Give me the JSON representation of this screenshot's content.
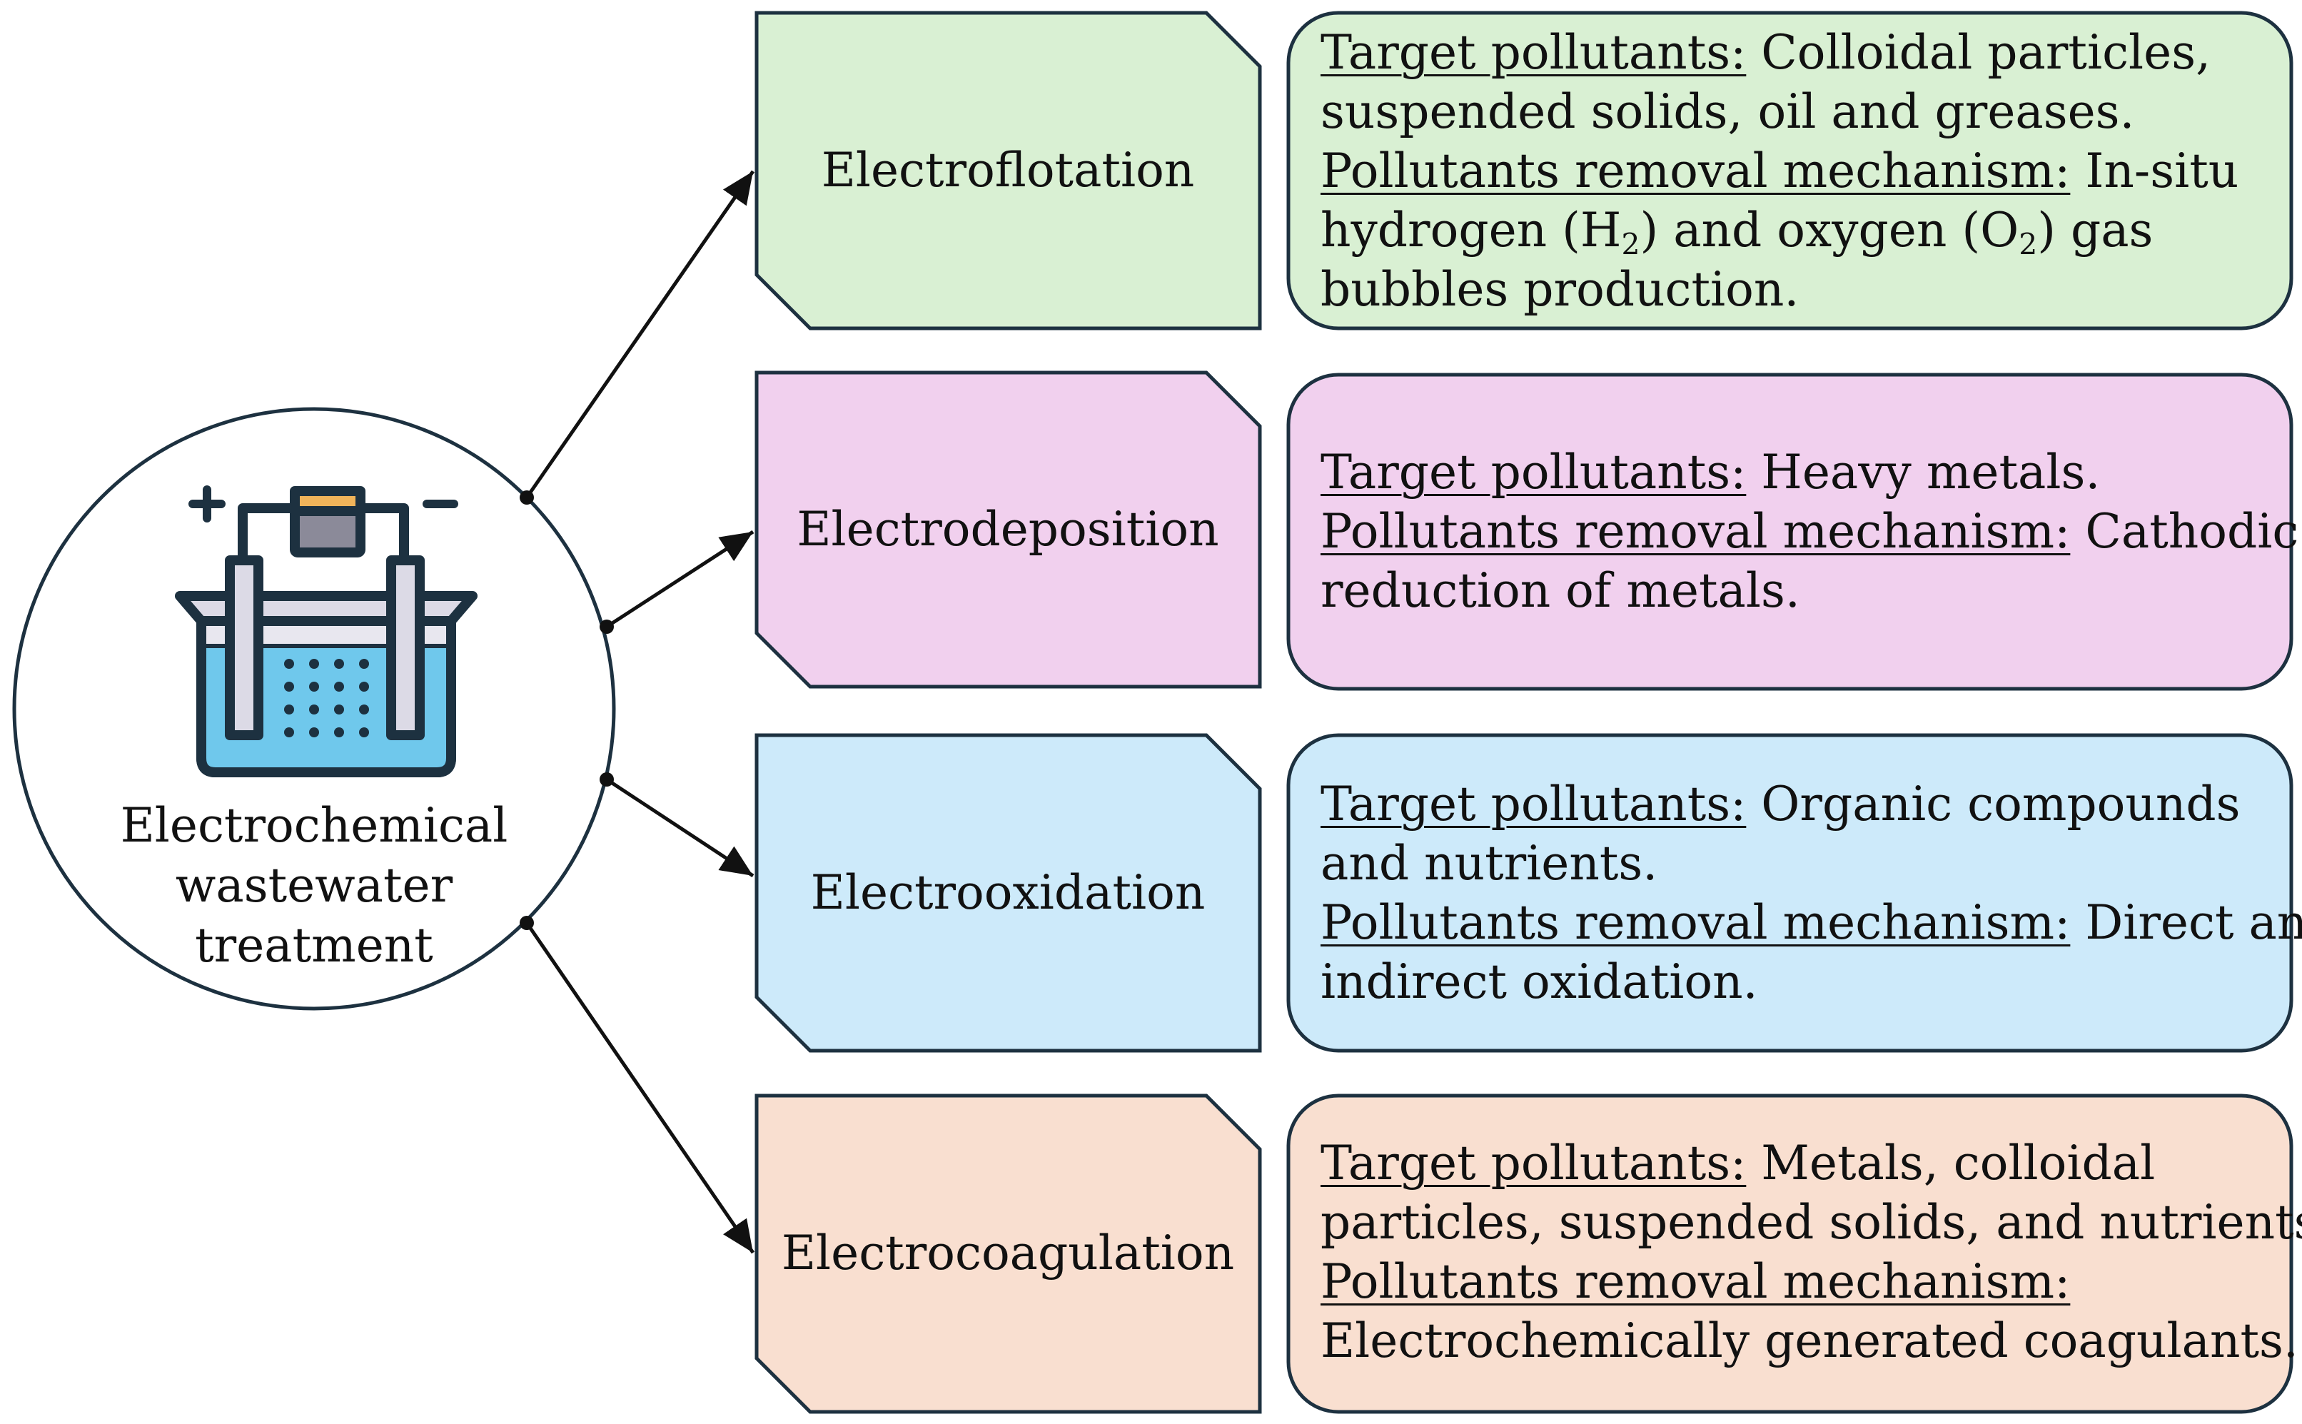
{
  "center": {
    "label_lines": [
      "Electrochemical",
      "wastewater",
      "treatment"
    ],
    "icon": "electrochemical-cell-icon",
    "icon_polarity": {
      "positive": "+",
      "negative": "−"
    }
  },
  "colors": {
    "green": "#d9f0d3",
    "pink": "#f1d0ee",
    "blue": "#cdeafa",
    "peach": "#f9dfd0",
    "outline": "#1d3140",
    "water": "#6fc8ec",
    "electrode": "#dcdae6",
    "battery_cap": "#f1b45a",
    "battery_body": "#8b8a99"
  },
  "methods": [
    {
      "name": "Electroflotation",
      "target_label": "Target pollutants:",
      "target_text_1": " Colloidal particles,",
      "target_text_2": "suspended solids, oil and greases.",
      "mechanism_label": "Pollutants removal mechanism:",
      "mechanism_text_1": " In-situ",
      "mechanism_text_2a": "hydrogen (H",
      "mechanism_sub_1": "2",
      "mechanism_text_2b": ") and oxygen (O",
      "mechanism_sub_2": "2",
      "mechanism_text_2c": ") gas",
      "mechanism_text_3": "bubbles production."
    },
    {
      "name": "Electrodeposition",
      "target_label": "Target pollutants:",
      "target_text_1": " Heavy metals.",
      "mechanism_label": "Pollutants removal mechanism:",
      "mechanism_text_1": " Cathodic",
      "mechanism_text_2": "reduction of metals."
    },
    {
      "name": "Electrooxidation",
      "target_label": "Target pollutants:",
      "target_text_1": " Organic compounds",
      "target_text_2": "and nutrients.",
      "mechanism_label": "Pollutants removal mechanism:",
      "mechanism_text_1": " Direct and",
      "mechanism_text_2": "indirect oxidation."
    },
    {
      "name": "Electrocoagulation",
      "target_label": "Target pollutants:",
      "target_text_1": " Metals, colloidal",
      "target_text_2": "particles, suspended solids, and nutrients.",
      "mechanism_label": "Pollutants removal mechanism:",
      "mechanism_text_2": "Electrochemically generated coagulants."
    }
  ]
}
